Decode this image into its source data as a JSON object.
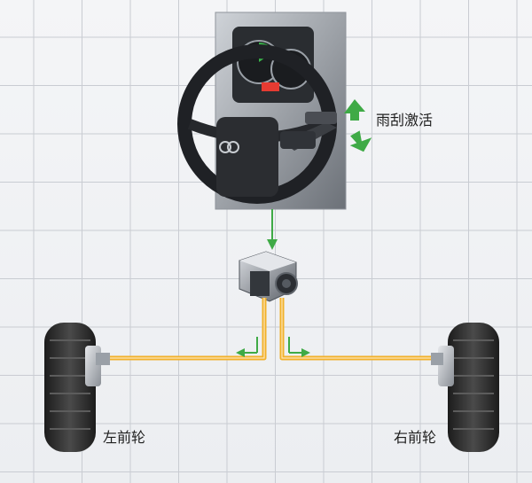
{
  "labels": {
    "wiper": "雨刮激活",
    "left_wheel": "左前轮",
    "right_wheel": "右前轮"
  },
  "colors": {
    "grid": "#c9ccd2",
    "brake_line": "#f2b12a",
    "flow_arrow": "#3faa46",
    "tire": "#3a3a3a"
  }
}
